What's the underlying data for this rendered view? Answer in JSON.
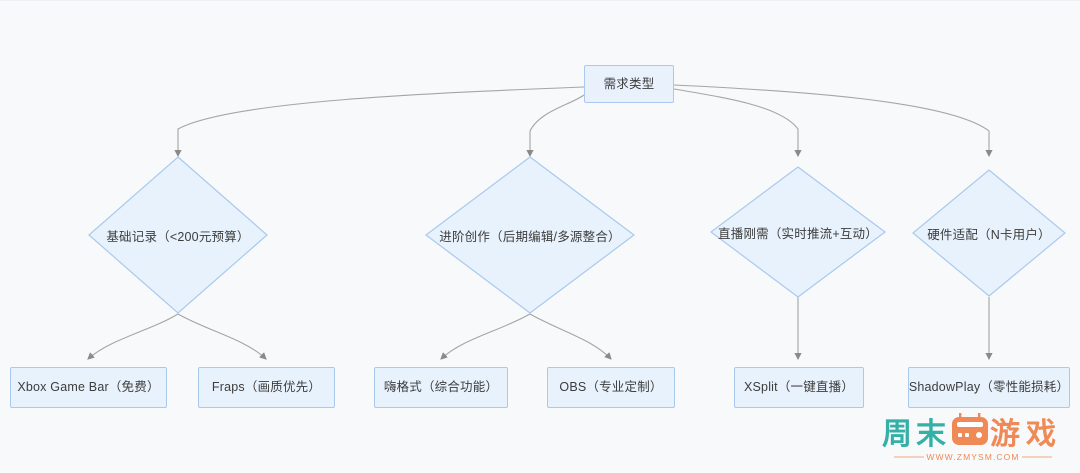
{
  "diagram": {
    "type": "decision-tree-flowchart",
    "background_color": "#f7f9fb",
    "node_fill": "#e8f2fc",
    "node_border": "#a9c9ee",
    "edge_color": "#9e9e9e",
    "text_color": "#3c3c3c",
    "root": {
      "id": "root",
      "label": "需求类型",
      "shape": "rect"
    },
    "branches": [
      {
        "id": "branch-1",
        "label": "基础记录（<200元预算）",
        "shape": "diamond",
        "leaves": [
          {
            "id": "leaf-1",
            "label": "Xbox Game Bar（免费）",
            "shape": "rect"
          },
          {
            "id": "leaf-2",
            "label": "Fraps（画质优先）",
            "shape": "rect"
          }
        ]
      },
      {
        "id": "branch-2",
        "label": "进阶创作（后期编辑/多源整合）",
        "shape": "diamond",
        "leaves": [
          {
            "id": "leaf-3",
            "label": "嗨格式（综合功能）",
            "shape": "rect"
          },
          {
            "id": "leaf-4",
            "label": "OBS（专业定制）",
            "shape": "rect"
          }
        ]
      },
      {
        "id": "branch-3",
        "label": "直播刚需（实时推流+互动）",
        "shape": "diamond",
        "leaves": [
          {
            "id": "leaf-5",
            "label": "XSplit（一键直播）",
            "shape": "rect"
          }
        ]
      },
      {
        "id": "branch-4",
        "label": "硬件适配（N卡用户）",
        "shape": "diamond",
        "leaves": [
          {
            "id": "leaf-6",
            "label": "ShadowPlay（零性能损耗）",
            "shape": "rect"
          }
        ]
      }
    ]
  },
  "watermark": {
    "char1": "周",
    "char2": "末",
    "char3": "游",
    "char4": "戏",
    "url": "WWW.ZMYSM.COM",
    "teal": "#35b0a7",
    "orange": "#ef8a56"
  }
}
